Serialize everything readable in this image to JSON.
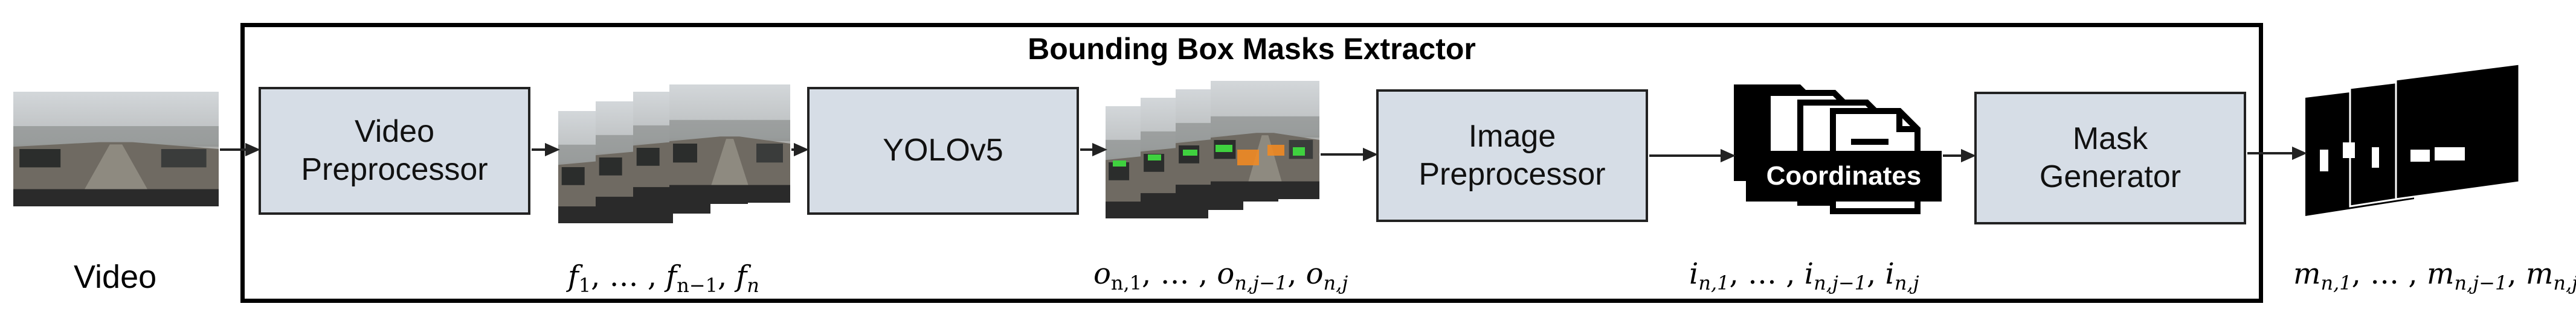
{
  "diagram": {
    "title": "Bounding Box Masks Extractor",
    "input_label": "Video",
    "blocks": [
      {
        "id": "video-preprocessor",
        "label": "Video\nPreprocessor"
      },
      {
        "id": "yolov5",
        "label": "YOLOv5"
      },
      {
        "id": "image-preprocessor",
        "label": "Image\nPreprocessor"
      },
      {
        "id": "mask-generator",
        "label": "Mask\nGenerator"
      }
    ],
    "coordinates_label": "Coordinates",
    "sequences": {
      "frames": {
        "a": "f",
        "a_sub": "1",
        "sep": ", … , ",
        "b": "f",
        "b_sub": "n−1",
        "c": "f",
        "c_sub": "n"
      },
      "objects": {
        "a": "o",
        "a_sub": "n,1",
        "sep": ", … , ",
        "b": "o",
        "b_sub": "n,j−1",
        "c": "o",
        "c_sub": "n,j"
      },
      "images": {
        "a": "i",
        "a_sub": "n,1",
        "sep": ", … , ",
        "b": "i",
        "b_sub": "n,j−1",
        "c": "i",
        "c_sub": "n,j"
      },
      "masks": {
        "a": "m",
        "a_sub": "n,1",
        "sep": ", … , ",
        "b": "m",
        "b_sub": "n,j−1",
        "c": "m",
        "c_sub": "n,j"
      }
    },
    "colors": {
      "block_fill": "#d6dde6",
      "box_green": "#3fd13f",
      "box_orange": "#f08a24",
      "road_sky": "#c9ced3",
      "road_ground": "#6f6a62"
    }
  }
}
